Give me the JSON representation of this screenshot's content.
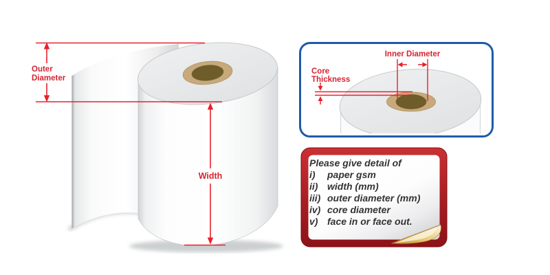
{
  "title": "paper roll dimension diagram",
  "colors": {
    "dimension_line_red": "#e8202b",
    "label_red": "#d42430",
    "panel_border_blue": "#1e5ba8",
    "card_border_red": "#a81d22",
    "core_tan": "#c7a97c",
    "core_hole_brown": "#6e5d2b",
    "note_text": "#333333",
    "curl_gold": "#c9992f"
  },
  "main_roll": {
    "outer_diameter_label": [
      "Outer",
      "Diameter"
    ],
    "width_label": "Width"
  },
  "top_view_panel": {
    "inner_diameter_label": "Inner Diameter",
    "core_thickness_label": [
      "Core",
      "Thickness"
    ]
  },
  "note_card": {
    "intro": "Please give detail of",
    "items": [
      {
        "numeral": "i)",
        "text": "paper gsm"
      },
      {
        "numeral": "ii)",
        "text": "width (mm)"
      },
      {
        "numeral": "iii)",
        "text": "outer diameter (mm)"
      },
      {
        "numeral": "iv)",
        "text": "core diameter"
      },
      {
        "numeral": "v)",
        "text": "face in or face out."
      }
    ]
  }
}
